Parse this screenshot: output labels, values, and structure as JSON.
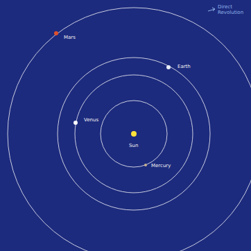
{
  "diagram": {
    "labels": [
      "Mars",
      "Earth",
      "Venus",
      "Sun",
      "Mercury",
      "Direct Revolution"
    ]
  }
}
